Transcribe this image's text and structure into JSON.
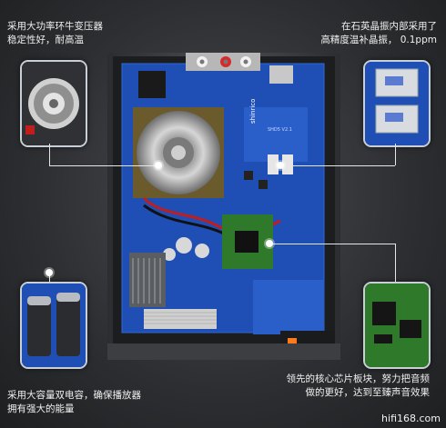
{
  "captions": {
    "top_left": [
      "采用大功率环牛变压器",
      "稳定性好，耐高温"
    ],
    "top_right": [
      "在石英晶振内部采用了",
      "高精度温补晶振，  0.1ppm"
    ],
    "bottom_left": [
      "采用大容量双电容，确保播放器",
      "拥有强大的能量"
    ],
    "bottom_right": [
      "领先的核心芯片板块，努力把音频",
      "做的更好，达到至臻声音效果"
    ]
  },
  "board": {
    "brand_text": "shinrico",
    "model_text": "SHD5 V2.1"
  },
  "watermark": "hifi168.com",
  "colors": {
    "pcb": "#1f4fb5",
    "chassis": "#3a3c3f",
    "accent": "#ffffff"
  }
}
